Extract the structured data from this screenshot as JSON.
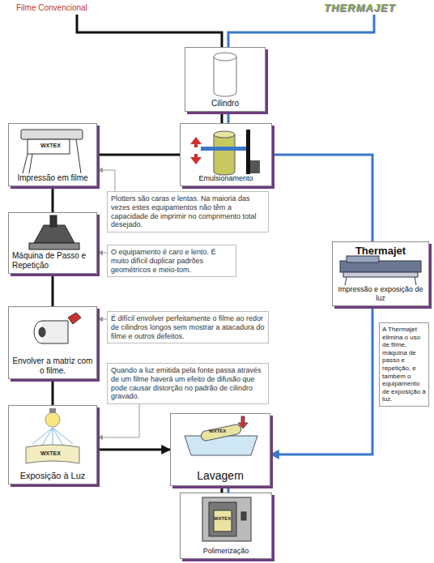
{
  "diagram": {
    "nodes": [
      {
        "text": [
          "Cilindro"
        ]
      },
      {
        "text": [
          "Impressão em filme"
        ]
      },
      {
        "text": [
          "Emulsionamento"
        ]
      },
      {
        "text": [
          "Plotters são caras e lentas. Na maioria das vezes estes equipamentos não têm a capacidade de imprimir no comprimento total desejado."
        ]
      },
      {
        "text": [
          "Máquina de Passo e Repetição"
        ]
      },
      {
        "text": [
          "O equipamento é caro e lento. É muito difícil duplicar padrões geométricos e meio-tom."
        ]
      },
      {
        "text": [
          "Thermajet",
          "Impressão e exposição de luz"
        ]
      },
      {
        "text": [
          "Envolver a matriz com o filme."
        ]
      },
      {
        "text": [
          "É difícil envolver perfeitamente o filme ao redor de cilindros longos sem mostrar a atacadura do filme e outros defeitos."
        ]
      },
      {
        "text": [
          "A Thermajet elimina o uso de filme, máquina de passo e repetição, e também o equipamento de exposição à luz."
        ]
      },
      {
        "text": [
          "Quando a luz emitida pela fonte passa através de um filme haverá um efeito de difusão que pode causar distorção no padrão de cilindro gravado."
        ]
      },
      {
        "text": [
          "Exposição à Luz"
        ]
      },
      {
        "text": [
          "Lavagem"
        ]
      },
      {
        "text": [
          "Polimerização"
        ]
      }
    ],
    "edges": [
      {
        "from": 0,
        "to": 2,
        "arrow": "none"
      },
      {
        "from": 0,
        "to": 2,
        "arrow": "none"
      },
      {
        "from": 2,
        "to": 1,
        "arrow": "none"
      },
      {
        "from": 2,
        "to": 6,
        "arrow": "none"
      },
      {
        "from": 1,
        "to": 4,
        "arrow": "none"
      },
      {
        "from": 4,
        "to": 7,
        "arrow": "none"
      },
      {
        "from": 7,
        "to": 11,
        "arrow": "none"
      },
      {
        "from": 11,
        "to": 12,
        "arrow": "to"
      },
      {
        "from": 6,
        "to": 12,
        "arrow": "to"
      },
      {
        "from": 12,
        "to": 13,
        "arrow": "none"
      },
      {
        "from": 12,
        "to": 13,
        "arrow": "none"
      },
      {
        "from": 3,
        "to": 1,
        "arrow": "to"
      },
      {
        "from": 5,
        "to": 4,
        "arrow": "to"
      },
      {
        "from": 8,
        "to": 7,
        "arrow": "to"
      },
      {
        "from": 10,
        "to": 11,
        "arrow": "to"
      }
    ],
    "labels": [
      "Filme Convencional",
      "THERMAJET",
      "WXTEX",
      "WXTEX",
      "WXTEX",
      "WXTEX"
    ]
  }
}
